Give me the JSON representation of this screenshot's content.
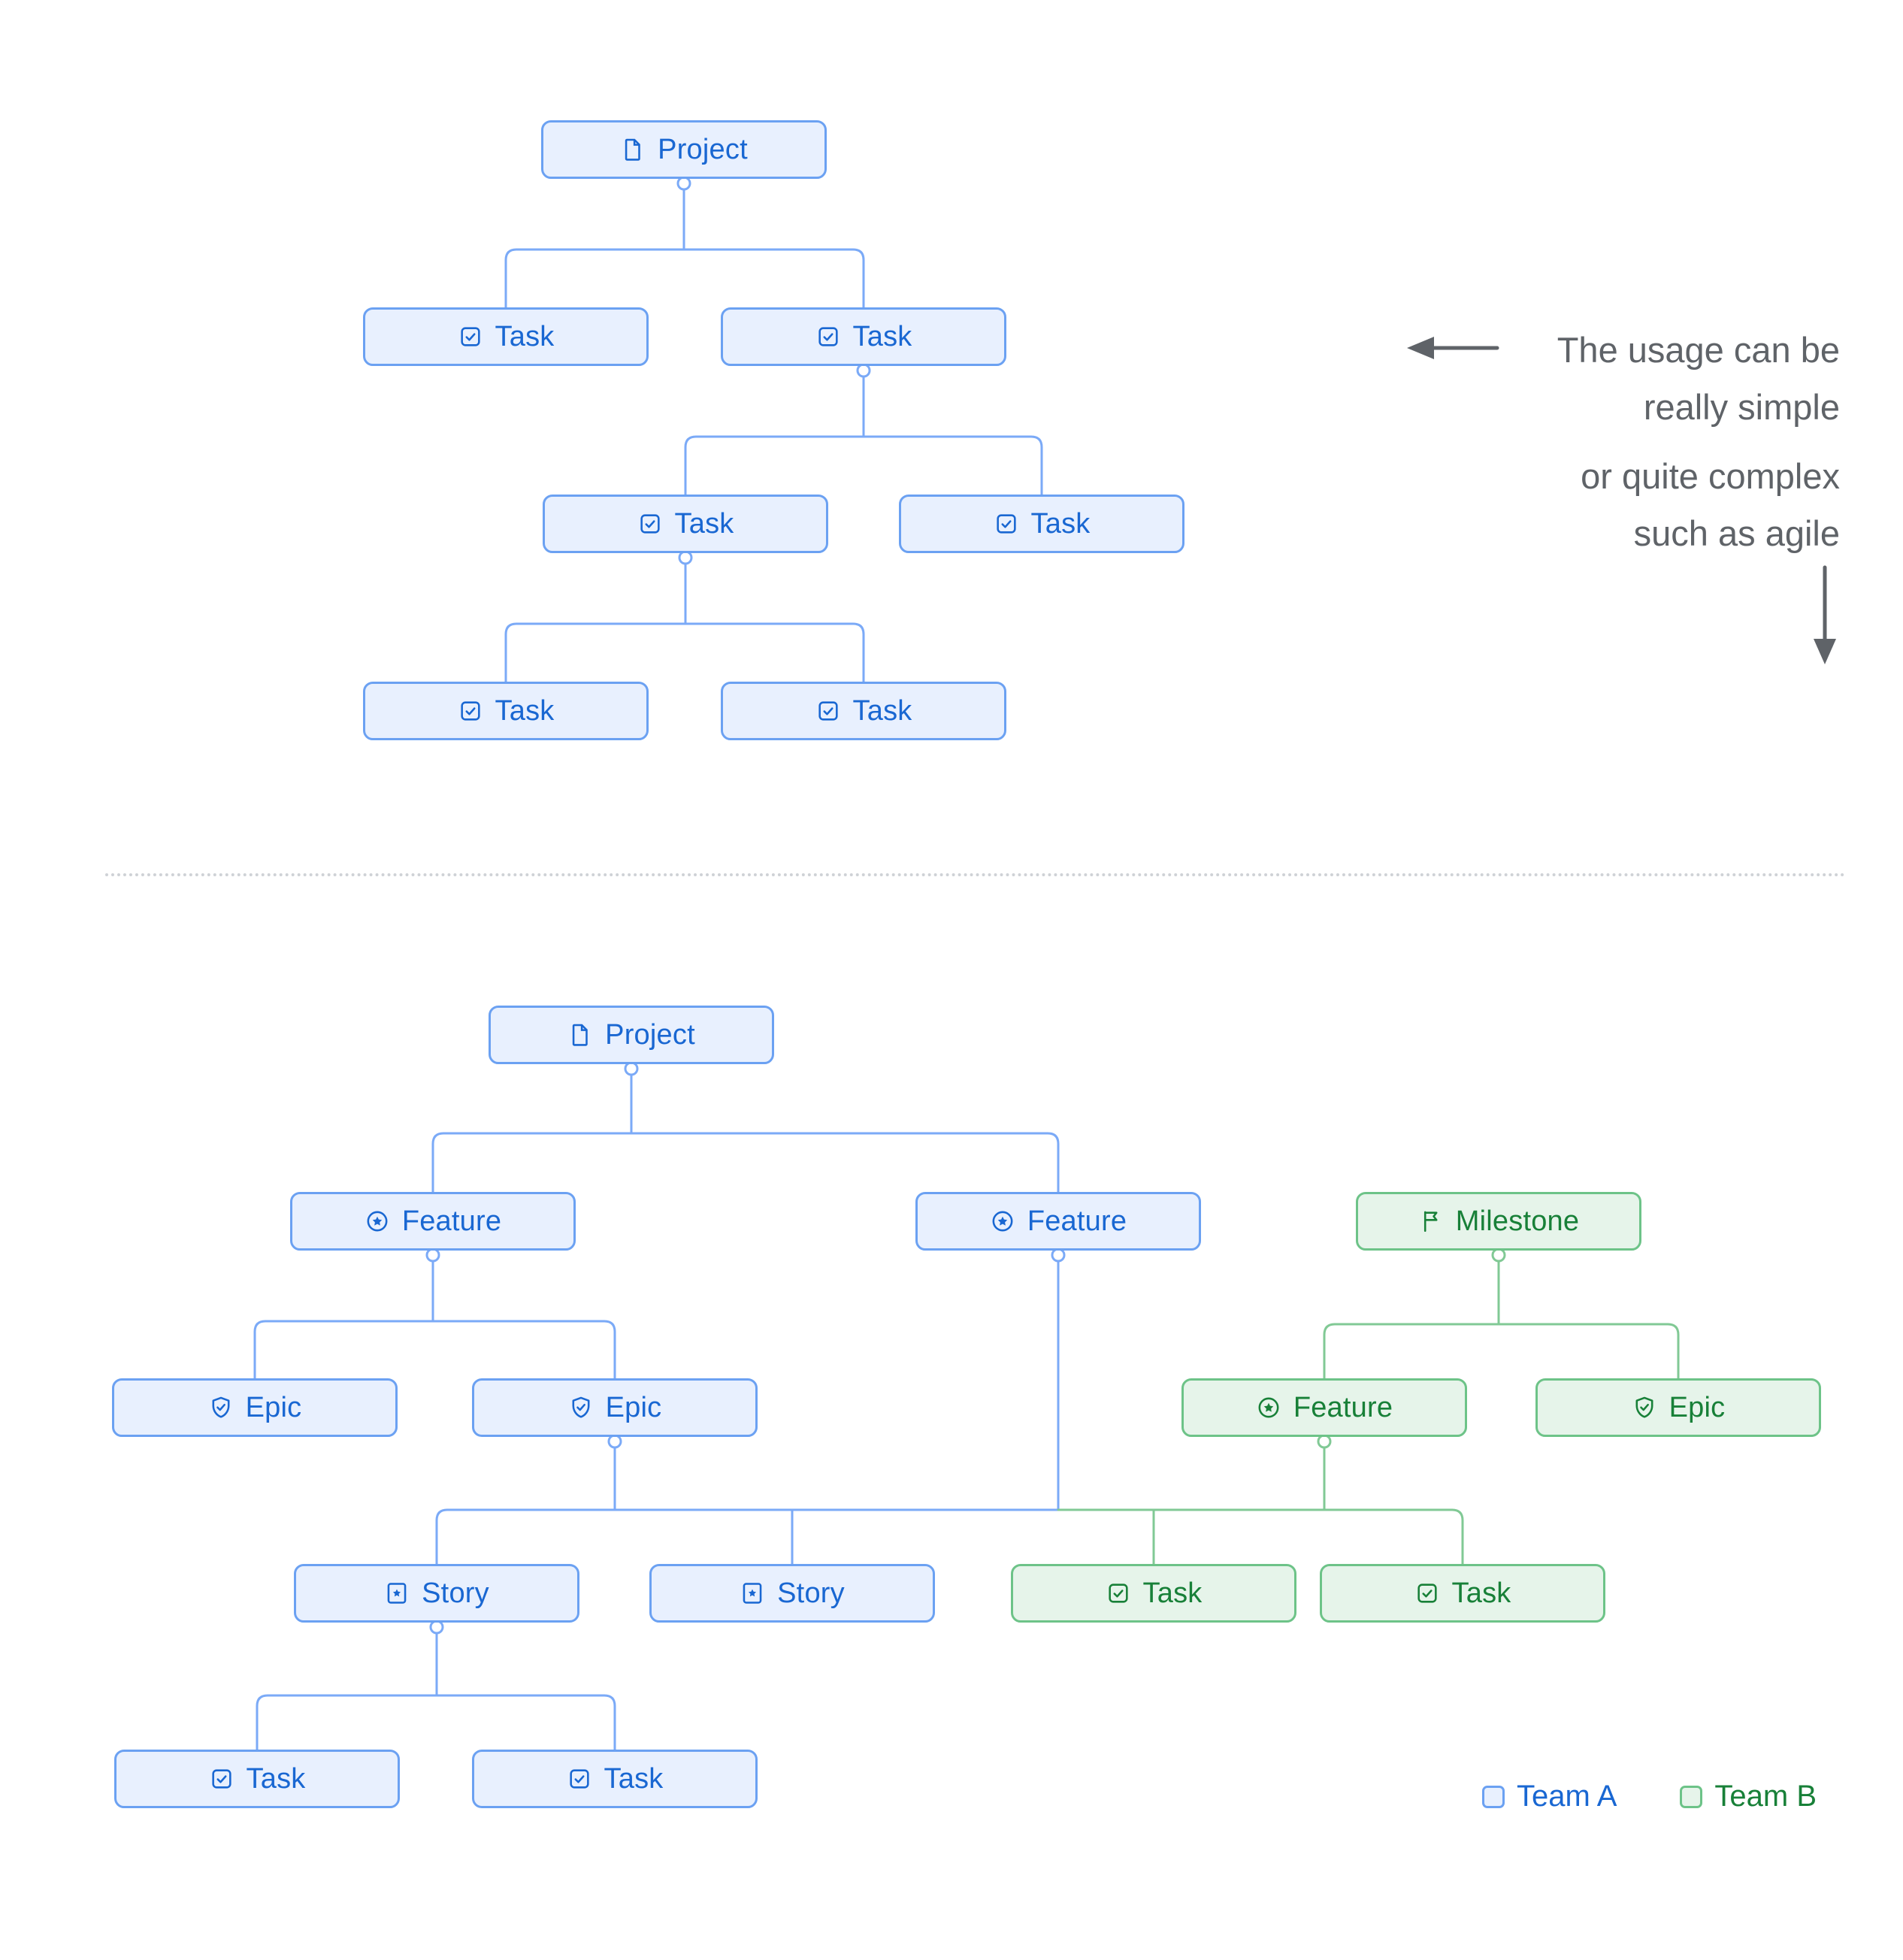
{
  "annotation": {
    "line1": "The usage can be",
    "line2": "really simple",
    "line3": "or quite complex",
    "line4": "such as agile"
  },
  "legend": {
    "team_a_label": "Team A",
    "team_b_label": "Team B"
  },
  "colors": {
    "team_a_text": "#1967D2",
    "team_a_border": "#6BA1F2",
    "team_a_fill": "#E8F0FE",
    "team_a_line": "#7BAAF7",
    "team_b_text": "#188038",
    "team_b_border": "#6DC388",
    "team_b_fill": "#E6F4EA",
    "team_b_line": "#81C995",
    "annotation_text": "#5F6368"
  },
  "tree_simple": {
    "nodes": [
      {
        "label": "Project",
        "type": "project",
        "team": "A"
      },
      {
        "label": "Task",
        "type": "task",
        "team": "A"
      },
      {
        "label": "Task",
        "type": "task",
        "team": "A"
      },
      {
        "label": "Task",
        "type": "task",
        "team": "A"
      },
      {
        "label": "Task",
        "type": "task",
        "team": "A"
      },
      {
        "label": "Task",
        "type": "task",
        "team": "A"
      },
      {
        "label": "Task",
        "type": "task",
        "team": "A"
      }
    ]
  },
  "tree_complex": {
    "nodes": [
      {
        "label": "Project",
        "type": "project",
        "team": "A"
      },
      {
        "label": "Feature",
        "type": "feature",
        "team": "A"
      },
      {
        "label": "Feature",
        "type": "feature",
        "team": "A"
      },
      {
        "label": "Milestone",
        "type": "milestone",
        "team": "B"
      },
      {
        "label": "Epic",
        "type": "epic",
        "team": "A"
      },
      {
        "label": "Epic",
        "type": "epic",
        "team": "A"
      },
      {
        "label": "Feature",
        "type": "feature",
        "team": "B"
      },
      {
        "label": "Epic",
        "type": "epic",
        "team": "B"
      },
      {
        "label": "Story",
        "type": "story",
        "team": "A"
      },
      {
        "label": "Story",
        "type": "story",
        "team": "A"
      },
      {
        "label": "Task",
        "type": "task",
        "team": "B"
      },
      {
        "label": "Task",
        "type": "task",
        "team": "B"
      },
      {
        "label": "Task",
        "type": "task",
        "team": "A"
      },
      {
        "label": "Task",
        "type": "task",
        "team": "A"
      }
    ]
  }
}
